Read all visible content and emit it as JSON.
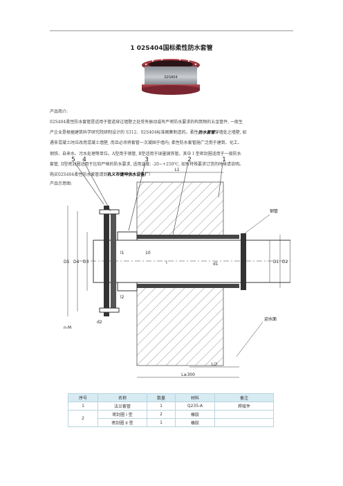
{
  "doc": {
    "title": "1 02S404国标柔性防水套管",
    "photo_label": "02S404",
    "section_intro": "产品简介:",
    "para_lines": [
      {
        "pre": "02S404柔性防水套管是适用于管道穿过墙壁之处受有振动或有严密防水要求的构筑物的五金管件, 一般生",
        "em": "",
        "post": ""
      },
      {
        "pre": "产企业是根据建筑科学研究院研制设计的 S312、02S404标准图集制造的。柔性",
        "em": "防水套管",
        "post": "穿墙处之墙壁, 如"
      },
      {
        "pre": "遇非混凝土时应改用混凝土墙壁, 而且必须将套管一次凝固于墙内; 柔性防水套管施广泛用于建筑、化工、",
        "em": "",
        "post": ""
      },
      {
        "pre": "钢铁、自来水、污水处理等单位。A型用于钢管, B型适用于球墨铸铁管。其中 I 型密封圈适用于一般防水",
        "em": "",
        "post": ""
      },
      {
        "pre": "套管, II型密封圈适用于比较严格的防水要求, 适用温度: -20~+250℃, 如有特殊要求订货的时候请说明。",
        "em": "",
        "post": ""
      }
    ],
    "buy_pre": "购买02S404柔性防水套管请到",
    "buy_company": "巩义市键坤供水设备厂",
    "buy_post": "!",
    "section_diagram": "产品示意图:"
  },
  "drawing": {
    "callouts": [
      "5",
      "4",
      "3",
      "2",
      "1"
    ],
    "labels": {
      "L1": "L1",
      "L_half": "L/2",
      "L": "L≥300",
      "l1": "l1",
      "l2": "l2",
      "l10": "10",
      "D5": "D5",
      "D4": "D4",
      "D3": "D3",
      "D2": "D2",
      "D1": "D1",
      "d1": "d1",
      "d2": "d2",
      "n_m": "n-M",
      "steel_pipe": "钢管",
      "water_side": "迎水面",
      "pipe": "I"
    }
  },
  "table": {
    "headers": [
      "序号",
      "名称",
      "数量",
      "材料",
      "备注"
    ],
    "rows": [
      {
        "no": "1",
        "name": "法兰套管",
        "qty": "1",
        "mat": "Q235-A",
        "note": "焊接件"
      },
      {
        "no": "2",
        "name": "密封圈 I 型",
        "qty": "2",
        "mat": "橡胶",
        "note": ""
      },
      {
        "no": "",
        "name": "密封圈 II 型",
        "qty": "1",
        "mat": "橡胶",
        "note": ""
      }
    ]
  }
}
